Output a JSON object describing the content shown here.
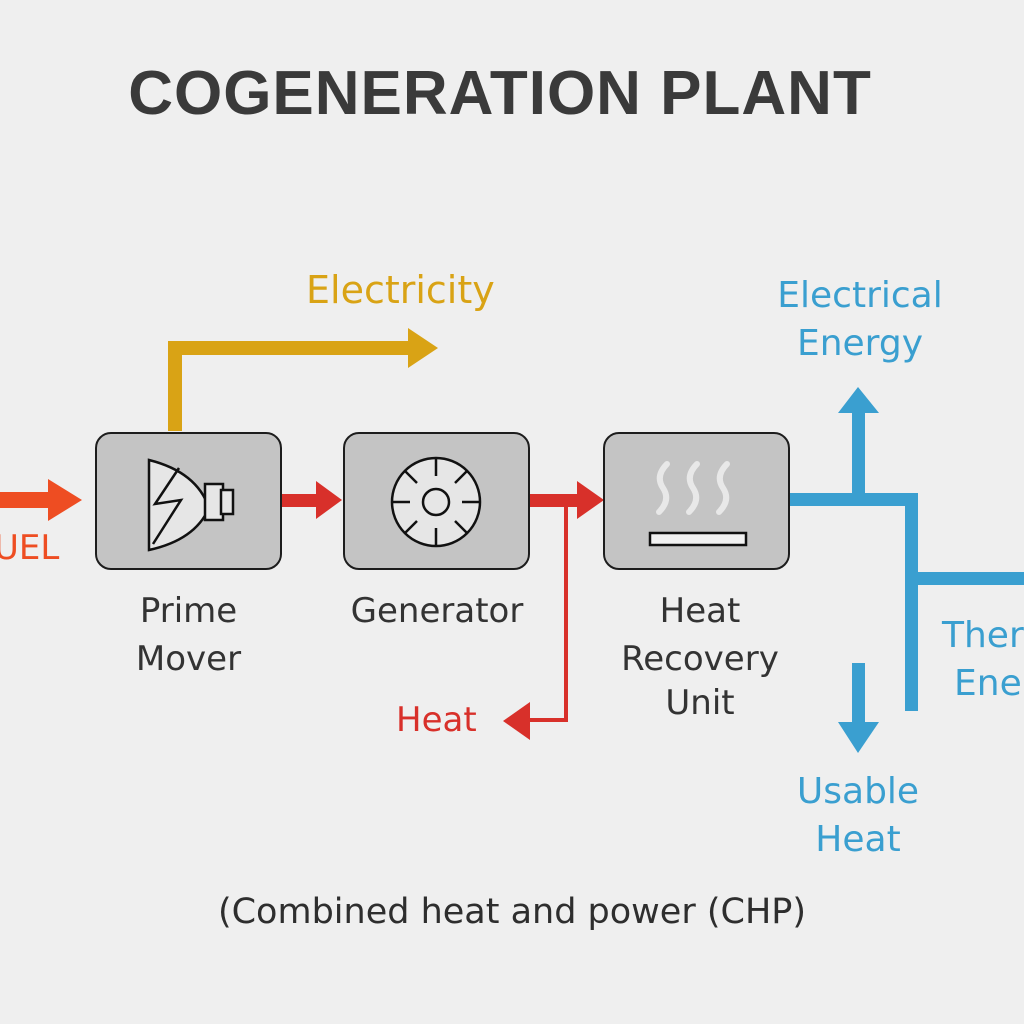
{
  "title": "COGENERATION PLANT",
  "subtitle": "(Combined heat and power (CHP)",
  "colors": {
    "background": "#efefef",
    "fuel": "#ee4d22",
    "electricity": "#d9a315",
    "heat": "#d8302a",
    "energy_output": "#3a9fd0",
    "box_fill": "#c4c4c4",
    "text": "#333333"
  },
  "inputs": {
    "fuel_label": "UEL"
  },
  "components": [
    {
      "id": "prime-mover",
      "label_line1": "Prime",
      "label_line2": "Mover",
      "icon": "engine-lightning-icon"
    },
    {
      "id": "generator",
      "label_line1": "Generator",
      "label_line2": "",
      "icon": "turbine-wheel-icon"
    },
    {
      "id": "heat-recovery-unit",
      "label_line1": "Heat",
      "label_line2": "Recovery",
      "label_line3": "Unit",
      "icon": "heat-waves-icon"
    }
  ],
  "flows": {
    "electricity": "Electricity",
    "heat": "Heat",
    "electrical_energy_line1": "Electrical",
    "electrical_energy_line2": "Energy",
    "thermal_energy_line1": "Ther",
    "thermal_energy_line2": "Ene",
    "usable_heat_line1": "Usable",
    "usable_heat_line2": "Heat"
  }
}
